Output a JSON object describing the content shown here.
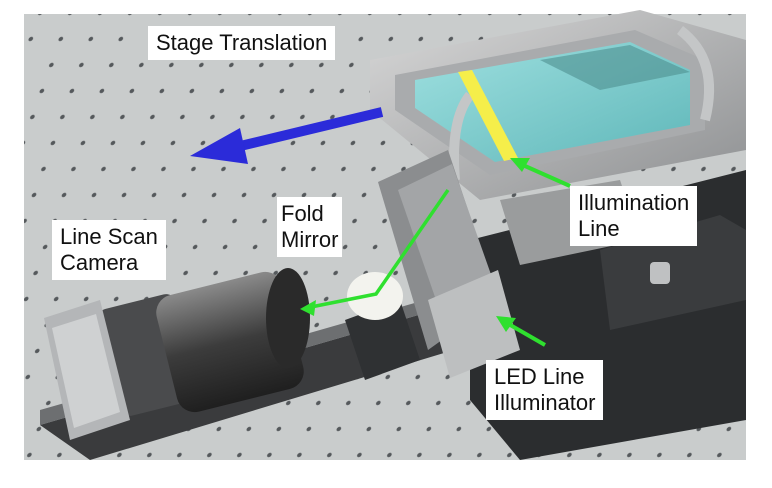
{
  "figure": {
    "labels": {
      "stage_translation": "Stage Translation",
      "fold_mirror": "Fold\nMirror",
      "line_scan_camera": "Line Scan\nCamera",
      "illumination_line": "Illumination\nLine",
      "led_line_illuminator": "LED Line\nIlluminator"
    },
    "colors": {
      "translation_arrow": "#2b2bd9",
      "light_path": "#2fe02f",
      "illumination_line": "#f5ee4a",
      "table": "#c8cbcb",
      "table_hole": "#55595c",
      "slide": "#7fcfcf"
    }
  }
}
